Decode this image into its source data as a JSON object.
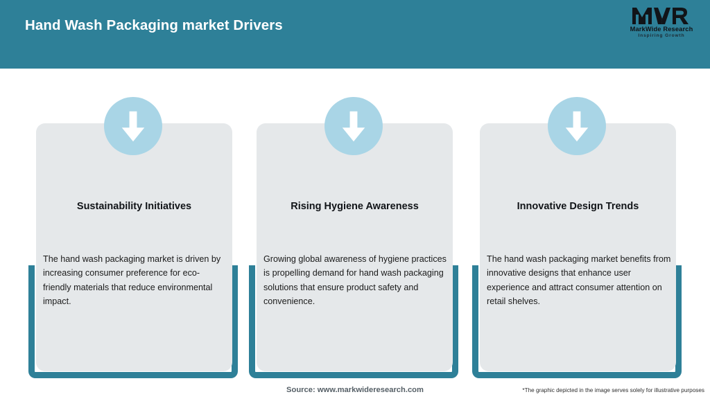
{
  "header": {
    "title": "Hand Wash Packaging market Drivers",
    "bar_color": "#2e8098",
    "title_color": "#ffffff"
  },
  "logo": {
    "mark": "MWR",
    "name": "MarkWide Research",
    "tagline": "Inspiring Growth"
  },
  "theme": {
    "accent_teal": "#2e8098",
    "card_background": "#e5e8ea",
    "icon_circle": "#a9d5e6",
    "icon_arrow": "#ffffff",
    "page_background": "#ffffff"
  },
  "cards": [
    {
      "icon": "arrow-down-icon",
      "title": "Sustainability Initiatives",
      "body": "The hand wash packaging market is driven by increasing consumer preference for eco-friendly materials that reduce environmental impact."
    },
    {
      "icon": "arrow-down-icon",
      "title": "Rising Hygiene Awareness",
      "body": "Growing global awareness of hygiene practices is propelling demand for hand wash packaging solutions that ensure product safety and convenience."
    },
    {
      "icon": "arrow-down-icon",
      "title": "Innovative Design Trends",
      "body": "The hand wash packaging market benefits from innovative designs that enhance user experience and attract consumer attention on retail shelves."
    }
  ],
  "footer": {
    "source": "Source: www.markwideresearch.com",
    "disclaimer": "*The graphic depicted in the image serves solely for illustrative purposes"
  }
}
